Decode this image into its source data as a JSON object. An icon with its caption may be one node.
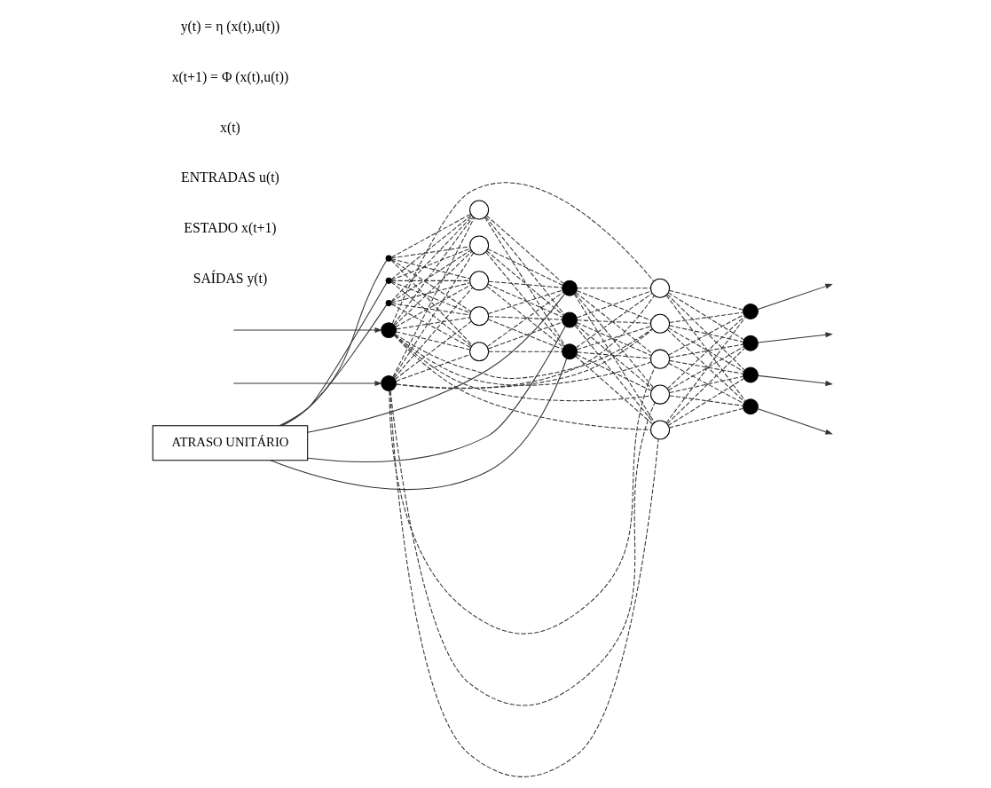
{
  "diagram": {
    "nodes": [
      {
        "text": [],
        "shape": "circle"
      },
      {
        "text": [],
        "shape": "circle"
      },
      {
        "text": [],
        "shape": "point"
      },
      {
        "text": [],
        "shape": "point"
      },
      {
        "text": [],
        "shape": "point"
      },
      {
        "text": [],
        "shape": "circle"
      },
      {
        "text": [],
        "shape": "circle"
      },
      {
        "text": [],
        "shape": "circle"
      },
      {
        "text": [],
        "shape": "circle"
      },
      {
        "text": [],
        "shape": "circle"
      },
      {
        "text": [],
        "shape": "circle"
      },
      {
        "text": [],
        "shape": "circle"
      },
      {
        "text": [],
        "shape": "circle"
      },
      {
        "text": [],
        "shape": "circle"
      },
      {
        "text": [],
        "shape": "circle"
      },
      {
        "text": [],
        "shape": "circle"
      },
      {
        "text": [],
        "shape": "circle"
      },
      {
        "text": [],
        "shape": "circle"
      },
      {
        "text": [],
        "shape": "circle"
      },
      {
        "text": [],
        "shape": "circle"
      },
      {
        "text": [],
        "shape": "circle"
      },
      {
        "text": [],
        "shape": "circle"
      },
      {
        "text": [
          "ATRASO UNITÁRIO"
        ]
      }
    ],
    "edges": [
      {
        "from": null,
        "to": 0,
        "arrow": "to"
      },
      {
        "from": null,
        "to": 1,
        "arrow": "to"
      },
      {
        "from": 0,
        "to": 5,
        "arrow": "none",
        "style": "dashed"
      },
      {
        "from": 0,
        "to": 6,
        "arrow": "none",
        "style": "dashed"
      },
      {
        "from": 0,
        "to": 7,
        "arrow": "none",
        "style": "dashed"
      },
      {
        "from": 0,
        "to": 8,
        "arrow": "none",
        "style": "dashed"
      },
      {
        "from": 0,
        "to": 9,
        "arrow": "none",
        "style": "dashed"
      },
      {
        "from": 1,
        "to": 5,
        "arrow": "none",
        "style": "dashed"
      },
      {
        "from": 1,
        "to": 6,
        "arrow": "none",
        "style": "dashed"
      },
      {
        "from": 1,
        "to": 7,
        "arrow": "none",
        "style": "dashed"
      },
      {
        "from": 1,
        "to": 8,
        "arrow": "none",
        "style": "dashed"
      },
      {
        "from": 1,
        "to": 9,
        "arrow": "none",
        "style": "dashed"
      },
      {
        "from": 2,
        "to": 5,
        "arrow": "none",
        "style": "dashed"
      },
      {
        "from": 2,
        "to": 6,
        "arrow": "none",
        "style": "dashed"
      },
      {
        "from": 2,
        "to": 7,
        "arrow": "none",
        "style": "dashed"
      },
      {
        "from": 2,
        "to": 8,
        "arrow": "none",
        "style": "dashed"
      },
      {
        "from": 2,
        "to": 9,
        "arrow": "none",
        "style": "dashed"
      },
      {
        "from": 3,
        "to": 5,
        "arrow": "none",
        "style": "dashed"
      },
      {
        "from": 3,
        "to": 6,
        "arrow": "none",
        "style": "dashed"
      },
      {
        "from": 3,
        "to": 7,
        "arrow": "none",
        "style": "dashed"
      },
      {
        "from": 3,
        "to": 8,
        "arrow": "none",
        "style": "dashed"
      },
      {
        "from": 3,
        "to": 9,
        "arrow": "none",
        "style": "dashed"
      },
      {
        "from": 4,
        "to": 5,
        "arrow": "none",
        "style": "dashed"
      },
      {
        "from": 4,
        "to": 6,
        "arrow": "none",
        "style": "dashed"
      },
      {
        "from": 4,
        "to": 7,
        "arrow": "none",
        "style": "dashed"
      },
      {
        "from": 4,
        "to": 8,
        "arrow": "none",
        "style": "dashed"
      },
      {
        "from": 4,
        "to": 9,
        "arrow": "none",
        "style": "dashed"
      },
      {
        "from": 5,
        "to": 10,
        "arrow": "none",
        "style": "dashed"
      },
      {
        "from": 5,
        "to": 11,
        "arrow": "none",
        "style": "dashed"
      },
      {
        "from": 5,
        "to": 12,
        "arrow": "none",
        "style": "dashed"
      },
      {
        "from": 6,
        "to": 10,
        "arrow": "none",
        "style": "dashed"
      },
      {
        "from": 6,
        "to": 11,
        "arrow": "none",
        "style": "dashed"
      },
      {
        "from": 6,
        "to": 12,
        "arrow": "none",
        "style": "dashed"
      },
      {
        "from": 7,
        "to": 10,
        "arrow": "none",
        "style": "dashed"
      },
      {
        "from": 7,
        "to": 11,
        "arrow": "none",
        "style": "dashed"
      },
      {
        "from": 7,
        "to": 12,
        "arrow": "none",
        "style": "dashed"
      },
      {
        "from": 8,
        "to": 10,
        "arrow": "none",
        "style": "dashed"
      },
      {
        "from": 8,
        "to": 11,
        "arrow": "none",
        "style": "dashed"
      },
      {
        "from": 8,
        "to": 12,
        "arrow": "none",
        "style": "dashed"
      },
      {
        "from": 9,
        "to": 10,
        "arrow": "none",
        "style": "dashed"
      },
      {
        "from": 9,
        "to": 11,
        "arrow": "none",
        "style": "dashed"
      },
      {
        "from": 9,
        "to": 12,
        "arrow": "none",
        "style": "dashed"
      },
      {
        "from": 0,
        "to": 13,
        "arrow": "none",
        "style": "dashed"
      },
      {
        "from": 0,
        "to": 14,
        "arrow": "none",
        "style": "dashed"
      },
      {
        "from": 0,
        "to": 15,
        "arrow": "none",
        "style": "dashed"
      },
      {
        "from": 0,
        "to": 16,
        "arrow": "none",
        "style": "dashed"
      },
      {
        "from": 0,
        "to": 17,
        "arrow": "none",
        "style": "dashed"
      },
      {
        "from": 1,
        "to": 13,
        "arrow": "none",
        "style": "dashed"
      },
      {
        "from": 1,
        "to": 14,
        "arrow": "none",
        "style": "dashed"
      },
      {
        "from": 1,
        "to": 15,
        "arrow": "none",
        "style": "dashed"
      },
      {
        "from": 1,
        "to": 16,
        "arrow": "none",
        "style": "dashed"
      },
      {
        "from": 1,
        "to": 17,
        "arrow": "none",
        "style": "dashed"
      },
      {
        "from": 10,
        "to": 13,
        "arrow": "none",
        "style": "dashed"
      },
      {
        "from": 10,
        "to": 14,
        "arrow": "none",
        "style": "dashed"
      },
      {
        "from": 10,
        "to": 15,
        "arrow": "none",
        "style": "dashed"
      },
      {
        "from": 10,
        "to": 16,
        "arrow": "none",
        "style": "dashed"
      },
      {
        "from": 10,
        "to": 17,
        "arrow": "none",
        "style": "dashed"
      },
      {
        "from": 11,
        "to": 13,
        "arrow": "none",
        "style": "dashed"
      },
      {
        "from": 11,
        "to": 14,
        "arrow": "none",
        "style": "dashed"
      },
      {
        "from": 11,
        "to": 15,
        "arrow": "none",
        "style": "dashed"
      },
      {
        "from": 11,
        "to": 16,
        "arrow": "none",
        "style": "dashed"
      },
      {
        "from": 11,
        "to": 17,
        "arrow": "none",
        "style": "dashed"
      },
      {
        "from": 12,
        "to": 13,
        "arrow": "none",
        "style": "dashed"
      },
      {
        "from": 12,
        "to": 14,
        "arrow": "none",
        "style": "dashed"
      },
      {
        "from": 12,
        "to": 15,
        "arrow": "none",
        "style": "dashed"
      },
      {
        "from": 12,
        "to": 16,
        "arrow": "none",
        "style": "dashed"
      },
      {
        "from": 12,
        "to": 17,
        "arrow": "none",
        "style": "dashed"
      },
      {
        "from": 13,
        "to": 18,
        "arrow": "none",
        "style": "dashed"
      },
      {
        "from": 13,
        "to": 19,
        "arrow": "none",
        "style": "dashed"
      },
      {
        "from": 13,
        "to": 20,
        "arrow": "none",
        "style": "dashed"
      },
      {
        "from": 13,
        "to": 21,
        "arrow": "none",
        "style": "dashed"
      },
      {
        "from": 14,
        "to": 18,
        "arrow": "none",
        "style": "dashed"
      },
      {
        "from": 14,
        "to": 19,
        "arrow": "none",
        "style": "dashed"
      },
      {
        "from": 14,
        "to": 20,
        "arrow": "none",
        "style": "dashed"
      },
      {
        "from": 14,
        "to": 21,
        "arrow": "none",
        "style": "dashed"
      },
      {
        "from": 15,
        "to": 18,
        "arrow": "none",
        "style": "dashed"
      },
      {
        "from": 15,
        "to": 19,
        "arrow": "none",
        "style": "dashed"
      },
      {
        "from": 15,
        "to": 20,
        "arrow": "none",
        "style": "dashed"
      },
      {
        "from": 15,
        "to": 21,
        "arrow": "none",
        "style": "dashed"
      },
      {
        "from": 16,
        "to": 18,
        "arrow": "none",
        "style": "dashed"
      },
      {
        "from": 16,
        "to": 19,
        "arrow": "none",
        "style": "dashed"
      },
      {
        "from": 16,
        "to": 20,
        "arrow": "none",
        "style": "dashed"
      },
      {
        "from": 16,
        "to": 21,
        "arrow": "none",
        "style": "dashed"
      },
      {
        "from": 17,
        "to": 18,
        "arrow": "none",
        "style": "dashed"
      },
      {
        "from": 17,
        "to": 19,
        "arrow": "none",
        "style": "dashed"
      },
      {
        "from": 17,
        "to": 20,
        "arrow": "none",
        "style": "dashed"
      },
      {
        "from": 17,
        "to": 21,
        "arrow": "none",
        "style": "dashed"
      },
      {
        "from": 18,
        "to": null,
        "arrow": "to"
      },
      {
        "from": 19,
        "to": null,
        "arrow": "to"
      },
      {
        "from": 20,
        "to": null,
        "arrow": "to"
      },
      {
        "from": 21,
        "to": null,
        "arrow": "to"
      },
      {
        "from": 10,
        "to": 22,
        "arrow": "none"
      },
      {
        "from": 11,
        "to": 22,
        "arrow": "none"
      },
      {
        "from": 12,
        "to": 22,
        "arrow": "none"
      },
      {
        "from": 22,
        "to": 2,
        "arrow": "none"
      },
      {
        "from": 22,
        "to": 3,
        "arrow": "none"
      },
      {
        "from": 22,
        "to": 4,
        "arrow": "none"
      }
    ],
    "labels": [
      "SAÍDAS y(t)",
      "ESTADO x(t+1)",
      "ENTRADAS u(t)",
      "x(t)",
      "x(t+1) = Φ (x(t),u(t))",
      "y(t) = η (x(t),u(t))"
    ]
  }
}
